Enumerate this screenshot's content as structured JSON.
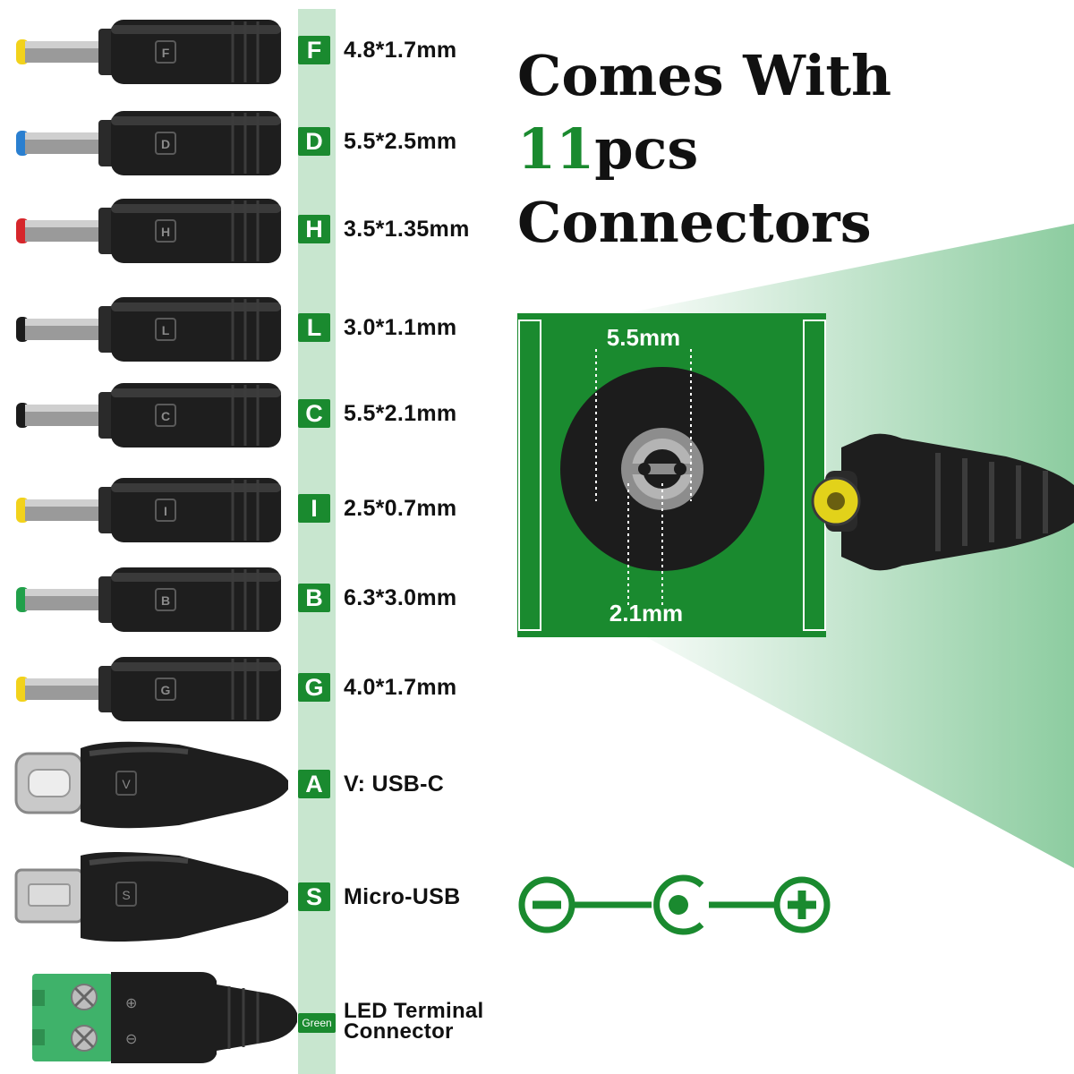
{
  "headline": {
    "line1": "Comes With",
    "count": "11",
    "line2_rest": "pcs Connectors"
  },
  "connectors": [
    {
      "letter": "F",
      "size": "4.8*1.7mm",
      "tip_color": "#f2d21b"
    },
    {
      "letter": "D",
      "size": "5.5*2.5mm",
      "tip_color": "#2a7fd0"
    },
    {
      "letter": "H",
      "size": "3.5*1.35mm",
      "tip_color": "#d6262b"
    },
    {
      "letter": "L",
      "size": "3.0*1.1mm",
      "tip_color": "#1b1b1b"
    },
    {
      "letter": "C",
      "size": "5.5*2.1mm",
      "tip_color": "#1b1b1b"
    },
    {
      "letter": "I",
      "size": "2.5*0.7mm",
      "tip_color": "#f2d21b"
    },
    {
      "letter": "B",
      "size": "6.3*3.0mm",
      "tip_color": "#21a04a"
    },
    {
      "letter": "G",
      "size": "4.0*1.7mm",
      "tip_color": "#f2d21b"
    }
  ],
  "usb_c": {
    "letter": "A",
    "label": "V: USB-C",
    "mark": "V"
  },
  "micro_usb": {
    "letter": "S",
    "label": "Micro-USB",
    "mark": "S"
  },
  "terminal": {
    "badge": "Green",
    "line1": "LED Terminal",
    "line2": "Connector",
    "mark_plus": "⊕",
    "mark_minus": "⊖"
  },
  "diagram": {
    "outer": "5.5mm",
    "inner": "2.1mm"
  },
  "polarity": {
    "left": "negative",
    "center": "center",
    "right": "positive"
  },
  "colors": {
    "accent": "#1a8a2f",
    "stripe": "#c8e6cf",
    "plug": "#1e1e1e"
  }
}
